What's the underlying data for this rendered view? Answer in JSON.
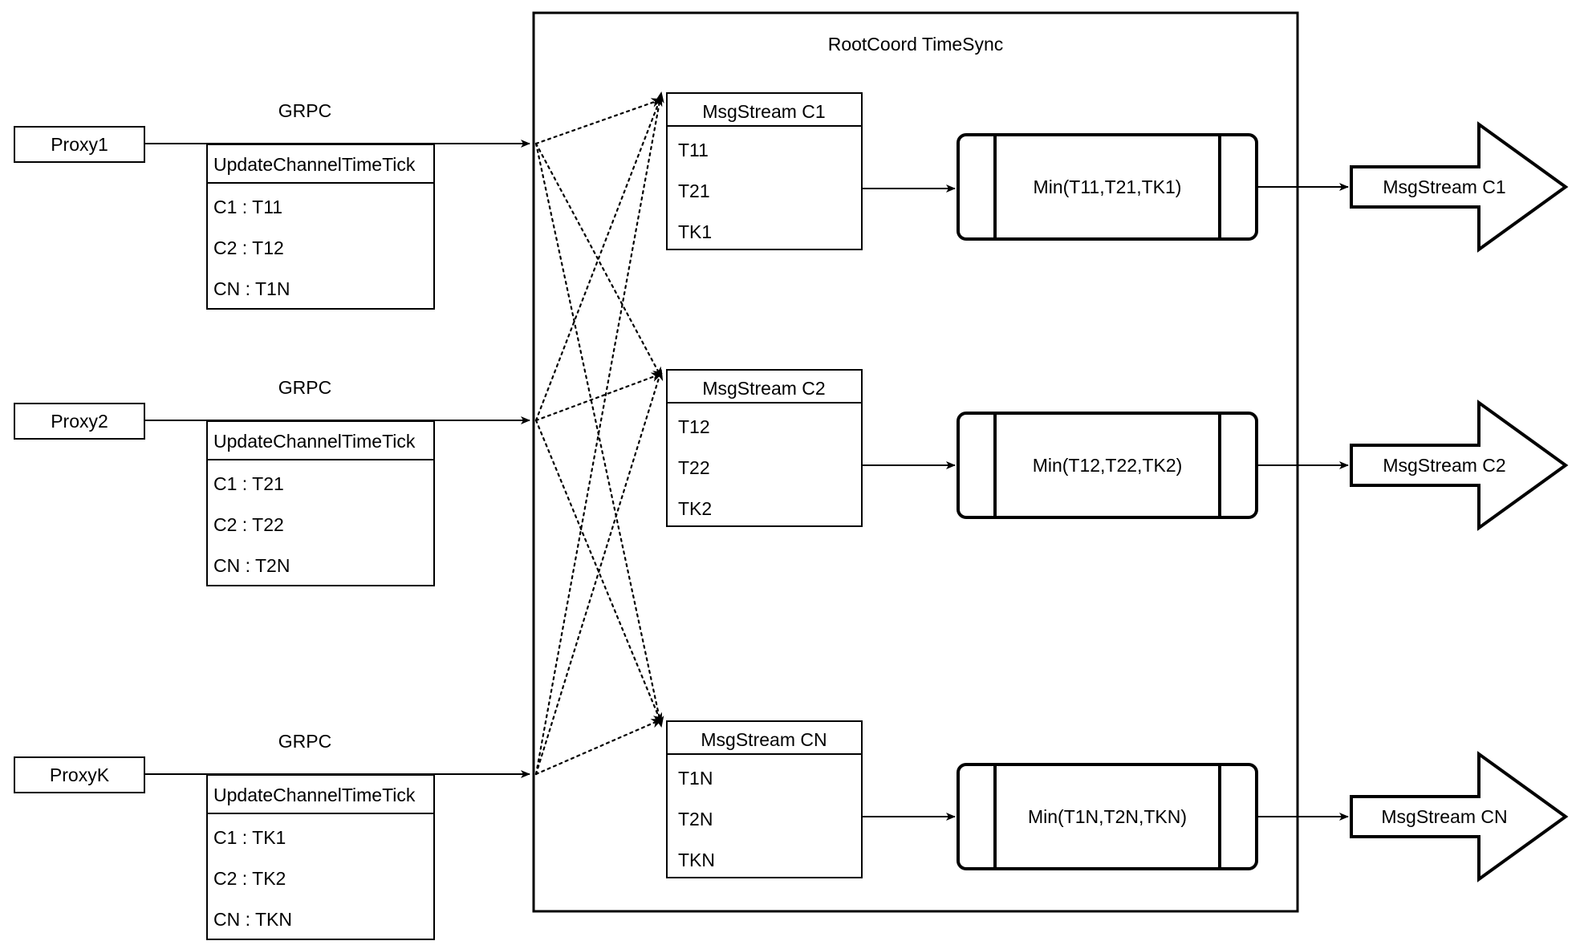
{
  "diagram": {
    "title": "RootCoord TimeSync",
    "container_label": "RootCoord TimeSync",
    "rows": [
      {
        "proxy": {
          "label": "Proxy1"
        },
        "link_label": "GRPC",
        "request": {
          "header": "UpdateChannelTimeTick",
          "entries": [
            "C1 :  T11",
            "C2 :  T12",
            "CN : T1N"
          ]
        },
        "msgstream": {
          "header": "MsgStream C1",
          "entries": [
            "T11",
            "T21",
            "TK1"
          ]
        },
        "process": {
          "label": "Min(T11,T21,TK1)"
        },
        "output": {
          "label": "MsgStream C1"
        }
      },
      {
        "proxy": {
          "label": "Proxy2"
        },
        "link_label": "GRPC",
        "request": {
          "header": "UpdateChannelTimeTick",
          "entries": [
            "C1 :  T21",
            "C2 :  T22",
            "CN : T2N"
          ]
        },
        "msgstream": {
          "header": "MsgStream C2",
          "entries": [
            "T12",
            "T22",
            "TK2"
          ]
        },
        "process": {
          "label": "Min(T12,T22,TK2)"
        },
        "output": {
          "label": "MsgStream C2"
        }
      },
      {
        "proxy": {
          "label": "ProxyK"
        },
        "link_label": "GRPC",
        "request": {
          "header": "UpdateChannelTimeTick",
          "entries": [
            "C1 :  TK1",
            "C2 :  TK2",
            "CN : TKN"
          ]
        },
        "msgstream": {
          "header": "MsgStream CN",
          "entries": [
            "T1N",
            "T2N",
            "TKN"
          ]
        },
        "process": {
          "label": "Min(T1N,T2N,TKN)"
        },
        "output": {
          "label": "MsgStream CN"
        }
      }
    ],
    "colors": {
      "stroke": "#000000",
      "fill": "#ffffff",
      "background": "#ffffff"
    }
  }
}
